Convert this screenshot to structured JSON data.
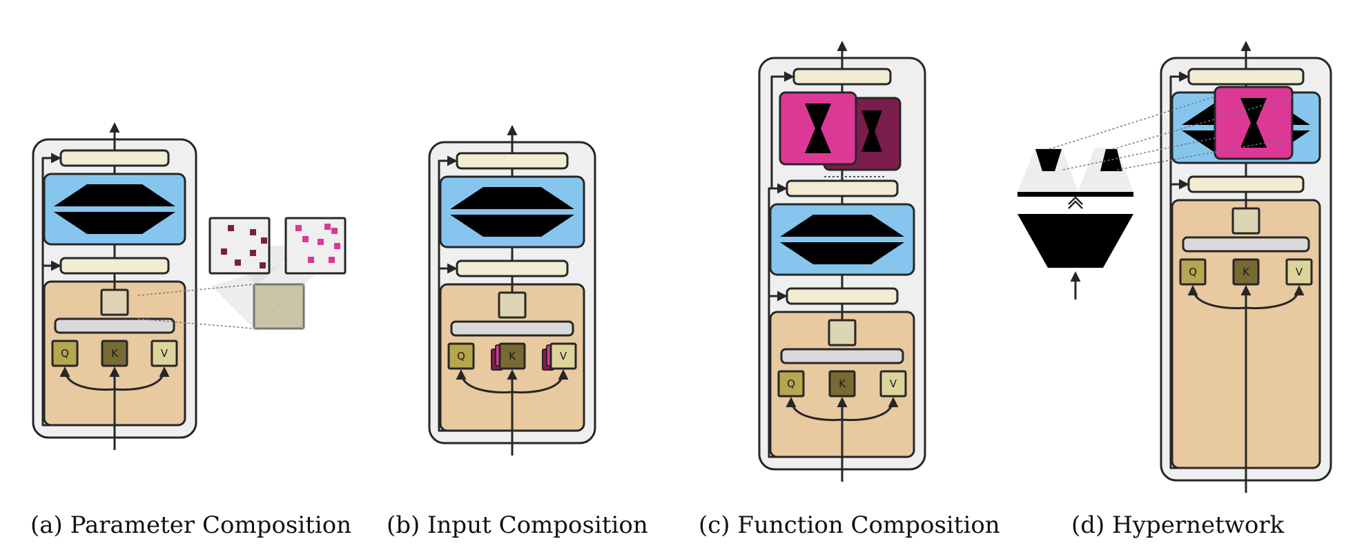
{
  "colors": {
    "block_bg": "#efefef",
    "outline": "#262626",
    "norm_bar": "#f1ecd2",
    "ffn": "#86c6ee",
    "attention": "#e8c9a0",
    "attn_out": "#ddd5b3",
    "proj_bar": "#d9d9d9",
    "q": "#b6a64f",
    "k": "#776a34",
    "v": "#ddd49c",
    "module_pink": "#dc3896",
    "module_dark": "#7b1d4c",
    "shape_black": "#000000"
  },
  "panels": [
    {
      "caption": "(a) Parameter Composition",
      "q": "Q",
      "k": "K",
      "v": "V",
      "extra": "parameter-masks"
    },
    {
      "caption": "(b) Input Composition",
      "q": "Q",
      "k": "K",
      "v": "V",
      "extra": "prefix-tokens"
    },
    {
      "caption": "(c) Function Composition",
      "q": "Q",
      "k": "K",
      "v": "V",
      "extra": "adapter-module"
    },
    {
      "caption": "(d) Hypernetwork",
      "q": "Q",
      "k": "K",
      "v": "V",
      "extra": "hypernetwork-generator"
    }
  ]
}
